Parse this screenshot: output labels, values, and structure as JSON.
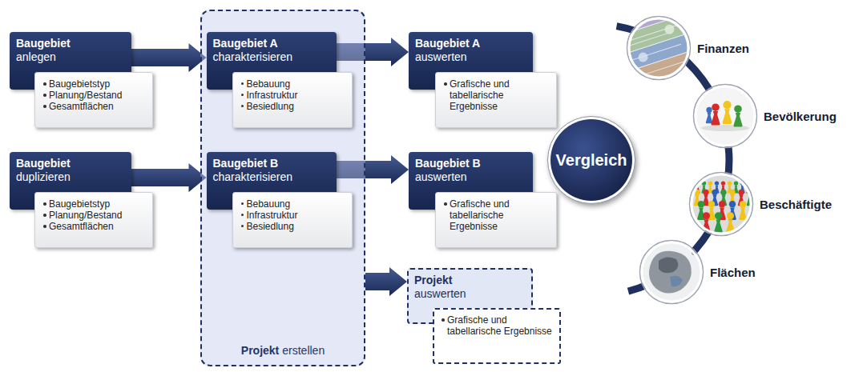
{
  "diagram": {
    "nodes": [
      {
        "text": [
          "Baugebiet",
          "anlegen"
        ]
      },
      {
        "text": [
          "Baugebietstyp",
          "Planung/Bestand",
          "Gesamtflächen"
        ]
      },
      {
        "text": [
          "Baugebiet",
          "duplizieren"
        ]
      },
      {
        "text": [
          "Baugebietstyp",
          "Planung/Bestand",
          "Gesamtflächen"
        ]
      },
      {
        "text": [
          "Projekt",
          "erstellen"
        ]
      },
      {
        "text": [
          "Baugebiet A",
          "charakterisieren"
        ],
        "in": 4
      },
      {
        "text": [
          "Bebauung",
          "Infrastruktur",
          "Besiedlung"
        ],
        "in": 4
      },
      {
        "text": [
          "Baugebiet B",
          "charakterisieren"
        ],
        "in": 4
      },
      {
        "text": [
          "Bebauung",
          "Infrastruktur",
          "Besiedlung"
        ],
        "in": 4
      },
      {
        "text": [
          "Baugebiet A",
          "auswerten"
        ]
      },
      {
        "text": [
          "Grafische und tabellarische Ergebnisse"
        ]
      },
      {
        "text": [
          "Baugebiet B",
          "auswerten"
        ]
      },
      {
        "text": [
          "Grafische und tabellarische Ergebnisse"
        ]
      },
      {
        "text": [
          "Projekt",
          "auswerten"
        ]
      },
      {
        "text": [
          "Grafische und tabellarische Ergebnisse"
        ]
      },
      {
        "text": [
          "Vergleich"
        ]
      },
      {
        "text": [
          "Finanzen"
        ]
      },
      {
        "text": [
          "Bevölkerung"
        ]
      },
      {
        "text": [
          "Beschäftigte"
        ]
      },
      {
        "text": [
          "Flächen"
        ]
      }
    ],
    "edges": [
      {
        "from": 0,
        "to": 5,
        "arrow": "to"
      },
      {
        "from": 2,
        "to": 7,
        "arrow": "to"
      },
      {
        "from": 5,
        "to": 9,
        "arrow": "to"
      },
      {
        "from": 7,
        "to": 11,
        "arrow": "to"
      },
      {
        "from": 4,
        "to": 13,
        "arrow": "to"
      }
    ]
  }
}
